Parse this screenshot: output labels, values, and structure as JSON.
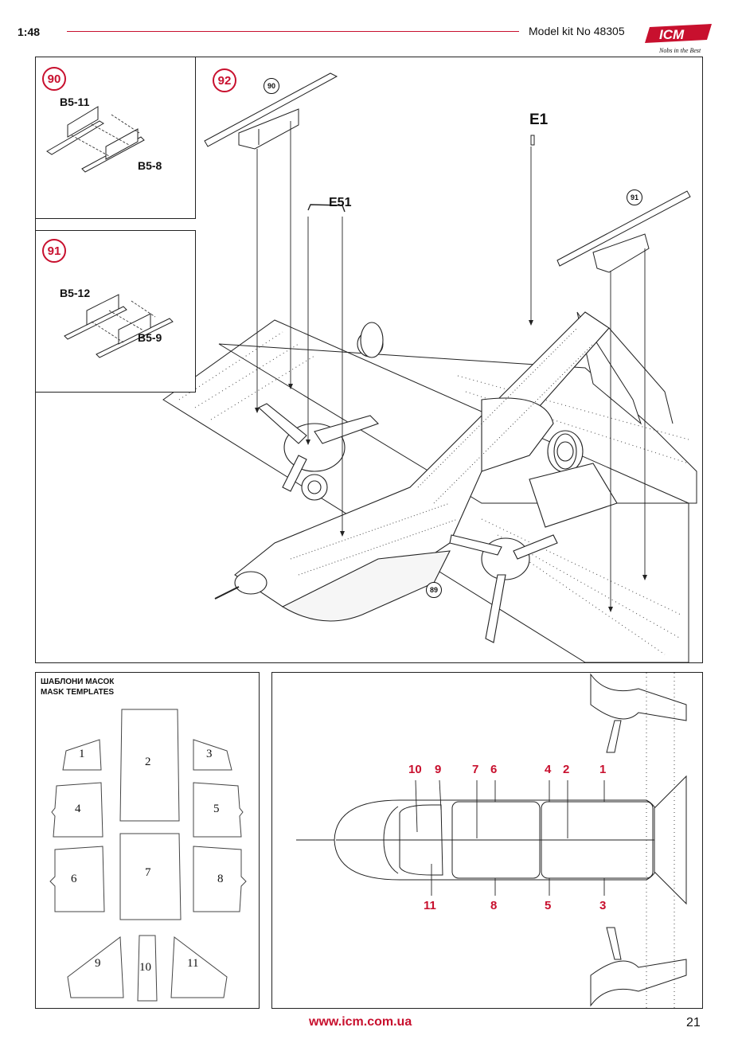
{
  "header": {
    "scale": "1:48",
    "kit_number": "Model kit No 48305",
    "logo_text": "ICM",
    "logo_tagline": "Nobs in the Best"
  },
  "steps": {
    "step90": {
      "number": "90",
      "parts": [
        "B5-11",
        "B5-8"
      ]
    },
    "step91": {
      "number": "91",
      "parts": [
        "B5-12",
        "B5-9"
      ]
    },
    "step92": {
      "number": "92",
      "refs": [
        "90",
        "91",
        "89"
      ],
      "parts": [
        "E1",
        "E51"
      ]
    }
  },
  "mask_templates": {
    "title_ua": "ШАБЛОНИ МАСОК",
    "title_en": "MASK TEMPLATES",
    "numbers": [
      "1",
      "2",
      "3",
      "4",
      "5",
      "6",
      "7",
      "8",
      "9",
      "10",
      "11"
    ]
  },
  "canopy_callouts": {
    "top": [
      "10",
      "9",
      "7",
      "6",
      "4",
      "2",
      "1"
    ],
    "bottom": [
      "11",
      "8",
      "5",
      "3"
    ]
  },
  "footer": {
    "url": "www.icm.com.ua",
    "page": "21"
  },
  "colors": {
    "accent_red": "#c8102e",
    "line": "#222222"
  }
}
